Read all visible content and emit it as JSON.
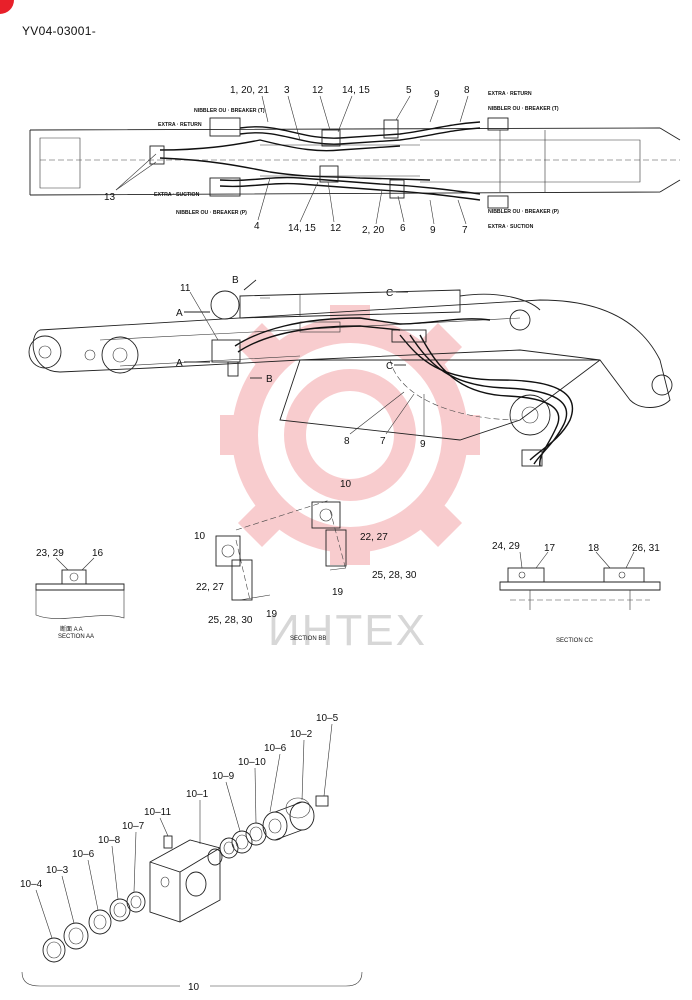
{
  "document": {
    "id": "YV04-03001-"
  },
  "watermark": {
    "text": "ИНТЕХ"
  },
  "colors": {
    "accent": "#e8202a",
    "watermark_gear": "#f4a3a7",
    "line": "#222222"
  },
  "top_view": {
    "callouts": {
      "p1_20_21": "1, 20, 21",
      "p3": "3",
      "p12_top": "12",
      "p14_15_top": "14, 15",
      "p5": "5",
      "p9_top": "9",
      "p8_top": "8",
      "p13": "13",
      "p4": "4",
      "p14_15_bot": "14, 15",
      "p12_bot": "12",
      "p2_20": "2, 20",
      "p6": "6",
      "p9_bot": "9",
      "p7_bot": "7"
    },
    "notes": {
      "nibbler_t_left": "NIBBLER OU · BREAKER (T)",
      "extra_return_left": "EXTRA · RETURN",
      "extra_suction_left": "EXTRA · SUCTION",
      "nibbler_p_left": "NIBBLER OU · BREAKER (P)",
      "extra_return_right": "EXTRA · RETURN",
      "nibbler_t_right": "NIBBLER OU · BREAKER (T)",
      "nibbler_p_right": "NIBBLER OU · BREAKER (P)",
      "extra_suction_right": "EXTRA · SUCTION"
    }
  },
  "side_view": {
    "callouts": {
      "p11": "11",
      "p8": "8",
      "p7": "7",
      "p9": "9"
    },
    "section_marks": {
      "a_top": "A",
      "a_bot": "A",
      "b_top": "B",
      "b_bot": "B",
      "c_top": "C",
      "c_bot": "C"
    }
  },
  "section_aa": {
    "callouts": {
      "p23_29": "23, 29",
      "p16": "16"
    },
    "title_cn": "断面 A A",
    "title": "SECTION AA"
  },
  "section_bb": {
    "callouts": {
      "p10_left": "10",
      "p10_right": "10",
      "p22_27_left": "22, 27",
      "p22_27_right": "22, 27",
      "p25_28_30_left": "25, 28, 30",
      "p25_28_30_right": "25, 28, 30",
      "p19_left": "19",
      "p19_right": "19"
    },
    "title": "SECTION BB"
  },
  "section_cc": {
    "callouts": {
      "p24_29": "24, 29",
      "p17": "17",
      "p18": "18",
      "p26_31": "26, 31"
    },
    "title": "SECTION CC"
  },
  "exploded": {
    "callouts": {
      "p10_5": "10–5",
      "p10_2": "10–2",
      "p10_6_top": "10–6",
      "p10_10": "10–10",
      "p10_9": "10–9",
      "p10_1": "10–1",
      "p10_11": "10–11",
      "p10_7": "10–7",
      "p10_8": "10–8",
      "p10_6_bot": "10–6",
      "p10_3": "10–3",
      "p10_4": "10–4",
      "assembly": "10"
    }
  }
}
